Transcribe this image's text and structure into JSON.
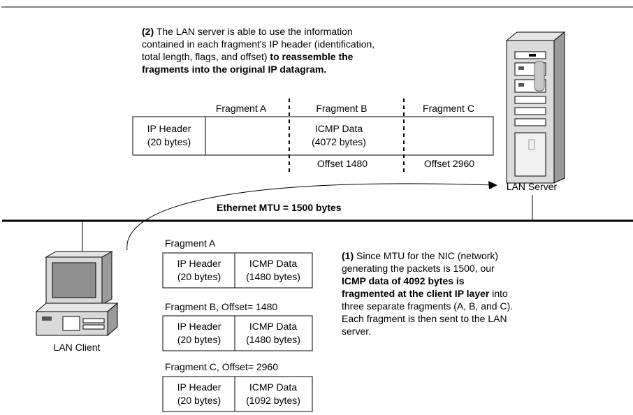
{
  "step2": {
    "number": "(2)",
    "line1_text": " The LAN server is able to use the information",
    "line2_text": "contained in each fragment's IP header (identification,",
    "line3_text": "total length, flags, and offset) ",
    "line3_bold": "to reassemble the",
    "line4_bold": "fragments into the original IP datagram."
  },
  "reassembled": {
    "fragment_a_label": "Fragment A",
    "fragment_b_label": "Fragment B",
    "fragment_c_label": "Fragment C",
    "header_line1": "IP Header",
    "header_line2": "(20 bytes)",
    "data_line1": "ICMP Data",
    "data_line2": "(4072 bytes)",
    "offset_b": "Offset 1480",
    "offset_c": "Offset 2960"
  },
  "network": {
    "mtu_label": "Ethernet MTU = 1500 bytes",
    "server_label": "LAN Server",
    "client_label": "LAN Client"
  },
  "fragments": [
    {
      "title": "Fragment A",
      "header_line1": "IP Header",
      "header_line2": "(20 bytes)",
      "data_line1": "ICMP Data",
      "data_line2": "(1480 bytes)"
    },
    {
      "title": "Fragment B, Offset= 1480",
      "header_line1": "IP Header",
      "header_line2": "(20 bytes)",
      "data_line1": "ICMP Data",
      "data_line2": "(1480 bytes)"
    },
    {
      "title": "Fragment C, Offset= 2960",
      "header_line1": "IP Header",
      "header_line2": "(20 bytes)",
      "data_line1": "ICMP Data",
      "data_line2": "(1092 bytes)"
    }
  ],
  "step1": {
    "number": "(1)",
    "line1_text": " Since MTU for the NIC (network)",
    "line2_text": "generating the packets is 1500, our",
    "line3_bold": "ICMP data of 4092 bytes is",
    "line4_bold": "fragmented at the client IP layer",
    "line4_text": " into",
    "line5_text": "three separate fragments (A, B, and C).",
    "line6_text": "Each fragment is then sent to the LAN",
    "line7_text": "server."
  }
}
